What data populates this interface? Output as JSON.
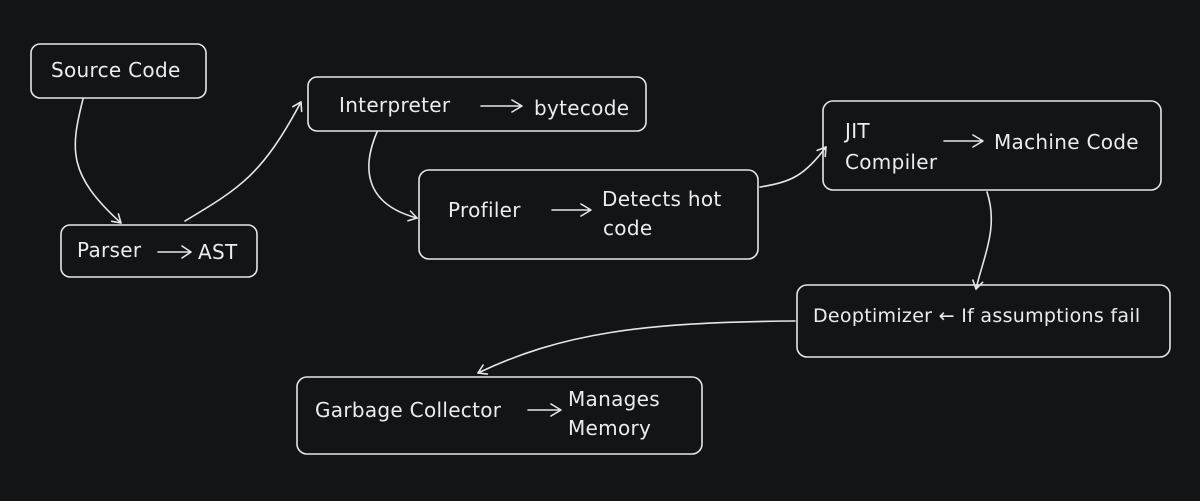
{
  "diagram": {
    "nodes": [
      {
        "id": "source",
        "lines": [
          "Source Code"
        ]
      },
      {
        "id": "parser",
        "lines": [
          "Parser"
        ],
        "output": [
          "AST"
        ]
      },
      {
        "id": "interpreter",
        "lines": [
          "Interpreter"
        ],
        "output": [
          "bytecode"
        ]
      },
      {
        "id": "profiler",
        "lines": [
          "Profiler"
        ],
        "output": [
          "Detects hot",
          "code"
        ]
      },
      {
        "id": "jit",
        "lines": [
          "JIT",
          "Compiler"
        ],
        "output": [
          "Machine Code"
        ]
      },
      {
        "id": "deopt",
        "lines": [
          "Deoptimizer ← If assumptions fail"
        ]
      },
      {
        "id": "gc",
        "lines": [
          "Garbage Collector"
        ],
        "output": [
          "Manages",
          "Memory"
        ]
      }
    ],
    "edges": [
      {
        "from": "source",
        "to": "parser"
      },
      {
        "from": "parser",
        "to": "interpreter"
      },
      {
        "from": "interpreter",
        "to": "profiler"
      },
      {
        "from": "profiler",
        "to": "jit"
      },
      {
        "from": "jit",
        "to": "deopt"
      },
      {
        "from": "deopt",
        "to": "gc"
      }
    ],
    "colors": {
      "background": "#121418",
      "stroke": "#e6e6e6",
      "text": "#ececec"
    }
  }
}
